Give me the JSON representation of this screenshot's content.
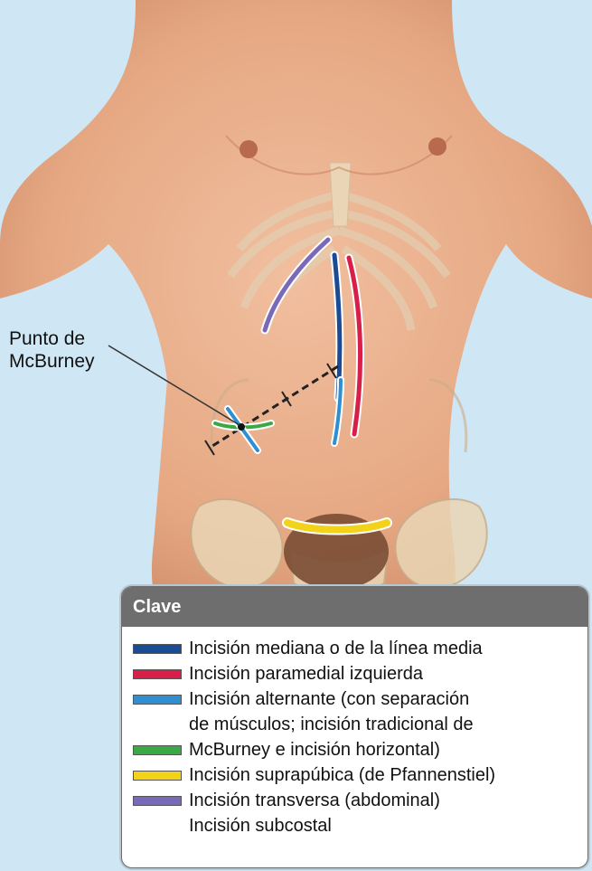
{
  "callout": {
    "line1": "Punto de",
    "line2": "McBurney"
  },
  "key": {
    "title": "Clave",
    "items": [
      {
        "text": "Incisión mediana o de la línea media",
        "color": "#1c4b96"
      },
      {
        "text": "Incisión paramedial izquierda",
        "color": "#d81f4a"
      },
      {
        "text": "Incisión alternante (con separación",
        "color": "#2f8fd0"
      },
      {
        "text": "de músculos; incisión tradicional de",
        "color": null
      },
      {
        "text": "McBurney e incisión horizontal)",
        "color": "#3aa845"
      },
      {
        "text": "Incisión suprapúbica (de Pfannenstiel)",
        "color": "#f3d21a"
      },
      {
        "text": "Incisión transversa (abdominal)",
        "color": "#7a69b8"
      },
      {
        "text": "Incisión subcostal",
        "color": null
      }
    ]
  },
  "colors": {
    "background": "#cfe6f5",
    "skin": "#eab08f",
    "skin_shadow": "#d89878",
    "bone": "#e9d6b8"
  }
}
